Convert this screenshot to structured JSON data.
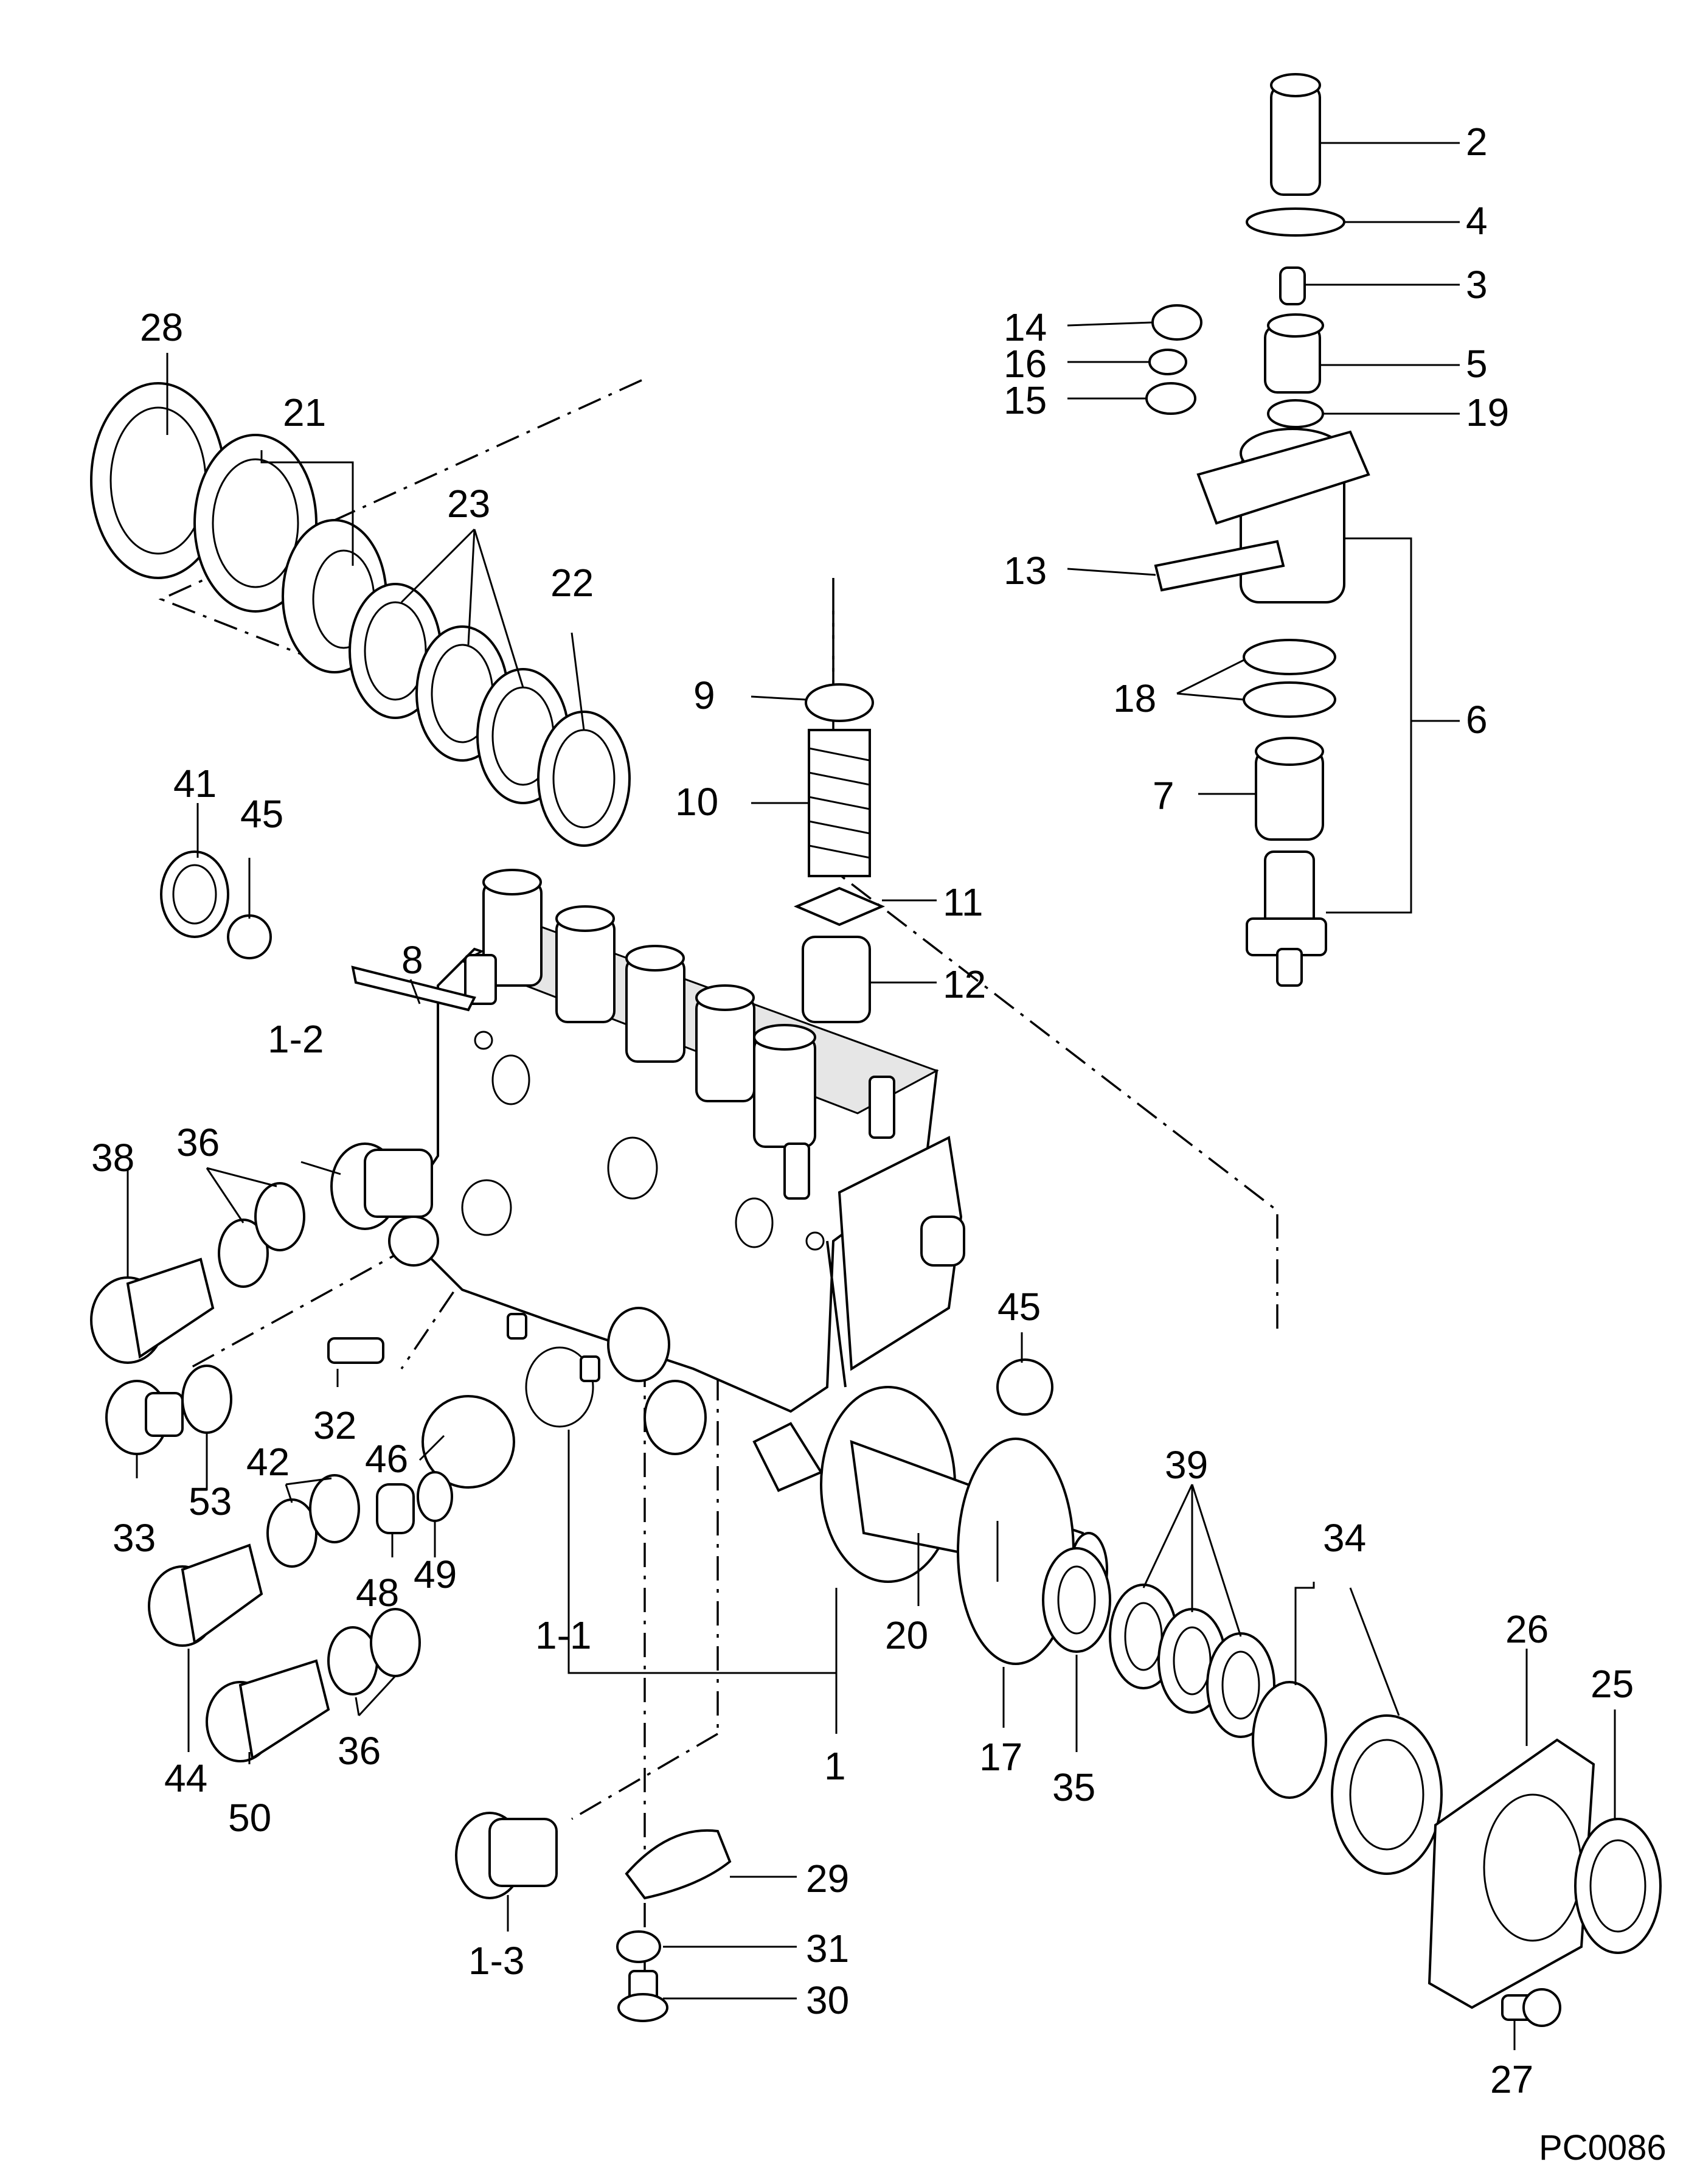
{
  "callouts": [
    "1",
    "1-1",
    "1-2",
    "1-3",
    "2",
    "3",
    "4",
    "5",
    "6",
    "7",
    "8",
    "9",
    "10",
    "11",
    "12",
    "13",
    "14",
    "15",
    "16",
    "17",
    "18",
    "19",
    "20",
    "21",
    "22",
    "23",
    "25",
    "26",
    "27",
    "28",
    "29",
    "30",
    "31",
    "32",
    "33",
    "34",
    "35",
    "36",
    "36",
    "38",
    "39",
    "41",
    "42",
    "44",
    "45",
    "45",
    "46",
    "48",
    "49",
    "50",
    "53"
  ],
  "drawing_ref": "PC0086"
}
